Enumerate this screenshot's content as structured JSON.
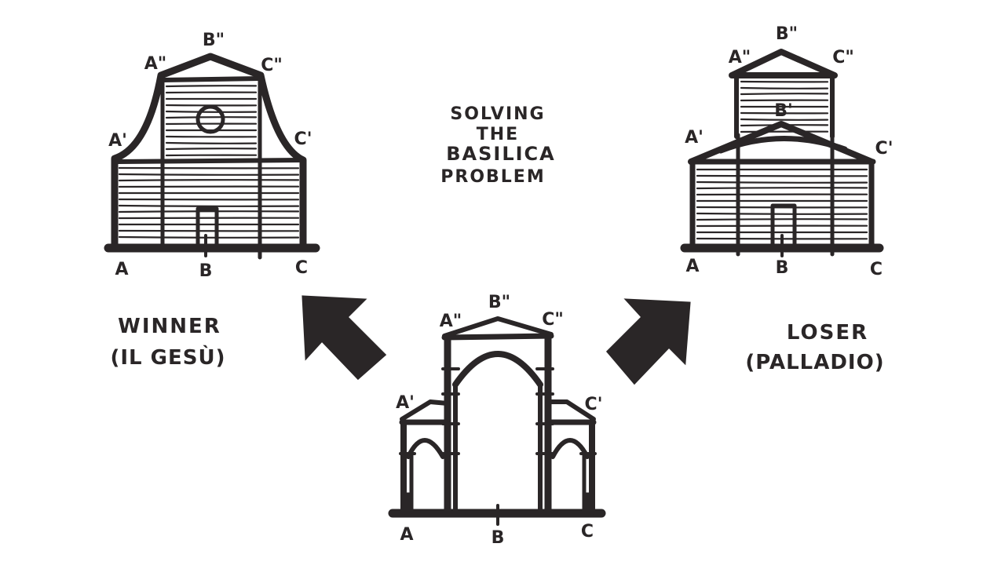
{
  "title_lines": [
    "SOLVING",
    "THE",
    "BASILICA",
    "PROBLEM"
  ],
  "winner": {
    "label": "WINNER",
    "sublabel": "(IL GESÙ)"
  },
  "loser": {
    "label": "LOSER",
    "sublabel": "(PALLADIO)"
  },
  "point_labels": {
    "a": "A",
    "b": "B",
    "c": "C",
    "a1": "A'",
    "b1": "B'",
    "c1": "C'",
    "a2": "A\"",
    "b2": "B\"",
    "c2": "C\""
  },
  "colors": {
    "ink": "#2a2627",
    "paper": "#ffffff"
  }
}
